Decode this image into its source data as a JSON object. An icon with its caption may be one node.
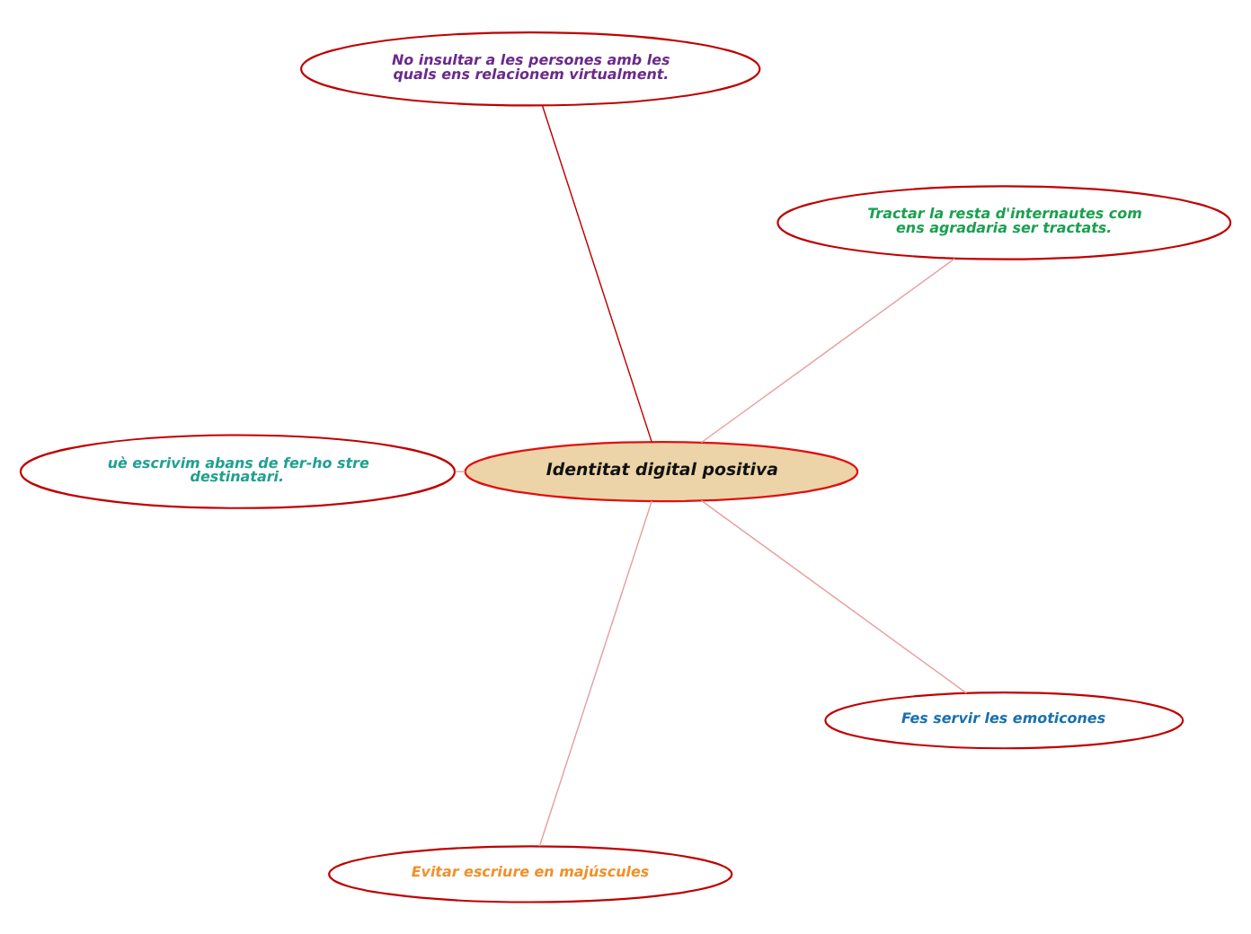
{
  "diagram": {
    "nodes": [
      {
        "text": [
          "Tractar la resta d'internautes com ens agradaria ser tractats."
        ]
      },
      {
        "text": [
          "No insultar a les persones amb les quals ens relacionem virtualment."
        ]
      },
      {
        "text": [
          "Identitat digital positiva"
        ]
      },
      {
        "text": [
          "uè escrivim abans de fer-ho stre destinatari."
        ]
      },
      {
        "text": [
          "Evitar escriure en majúscules"
        ]
      },
      {
        "text": [
          "Fes servir les emoticones"
        ]
      }
    ],
    "edges": [
      {
        "from": 2,
        "to": 0,
        "arrow": "none"
      },
      {
        "from": 2,
        "to": 1,
        "arrow": "none",
        "color": "#c00000"
      },
      {
        "from": 2,
        "to": 3,
        "arrow": "none"
      },
      {
        "from": 2,
        "to": 4,
        "arrow": "none"
      },
      {
        "from": 2,
        "to": 5,
        "arrow": "none"
      }
    ]
  }
}
